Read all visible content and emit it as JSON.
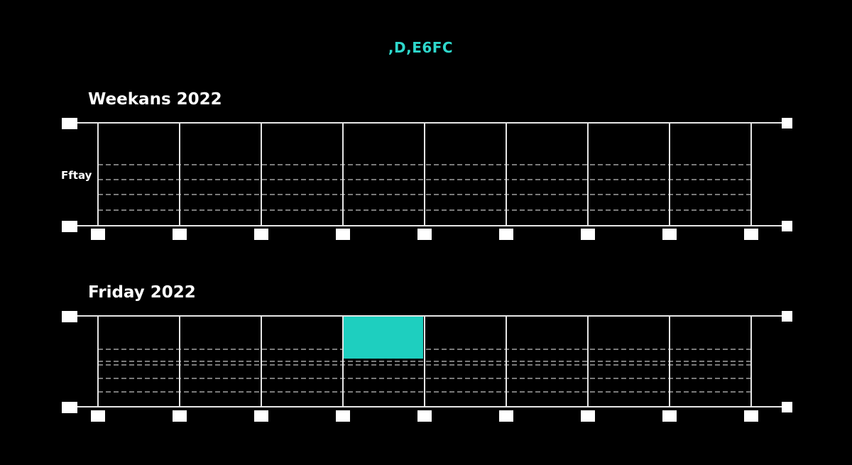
{
  "header": {
    "code": ",D,E6FC"
  },
  "colors": {
    "background": "#000000",
    "grid": "#e6e6e6",
    "accent": "#1ecfbf",
    "header_text": "#2ed8cc"
  },
  "chart_data": [
    {
      "type": "bar",
      "title": "Weekans 2022",
      "row_label": "Fftay",
      "columns": 8,
      "values": [],
      "grid": true
    },
    {
      "type": "bar",
      "title": "Friday 2022",
      "row_label": "",
      "columns": 8,
      "highlight": {
        "column_index": 3,
        "from_fraction": 0.47,
        "to_fraction": 1.0
      },
      "grid": true
    }
  ]
}
